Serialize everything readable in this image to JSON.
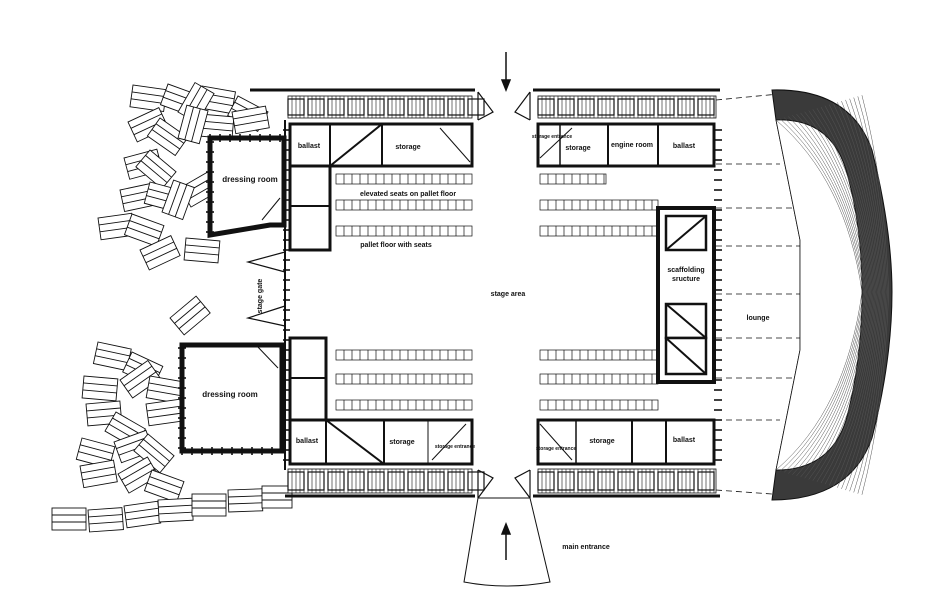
{
  "labels": {
    "dressing_room_top": "dressing room",
    "dressing_room_bottom": "dressing room",
    "ballast_top": "ballast",
    "storage_top": "storage",
    "storage_entrance_top": "storage entrance",
    "storage_top_right": "storage",
    "engine_room": "engine room",
    "ballast_top_right": "ballast",
    "elevated_seats": "elevated seats on pallet floor",
    "pallet_floor": "pallet floor with seats",
    "stage_gate": "stage gate",
    "stage_area": "stage area",
    "scaffolding": "scaffolding sructure",
    "lounge": "lounge",
    "ballast_bottom": "ballast",
    "storage_bottom": "storage",
    "storage_entrance_bottom": "storage entrance",
    "storage_entrance_bottom_right": "storage entrance",
    "storage_bottom_right": "storage",
    "ballast_bottom_right": "ballast",
    "main_entrance": "main entrance"
  },
  "colors": {
    "line": "#111111",
    "wall": "#2a2a2a",
    "paper": "#ffffff",
    "hull": "#3a3a3a"
  }
}
